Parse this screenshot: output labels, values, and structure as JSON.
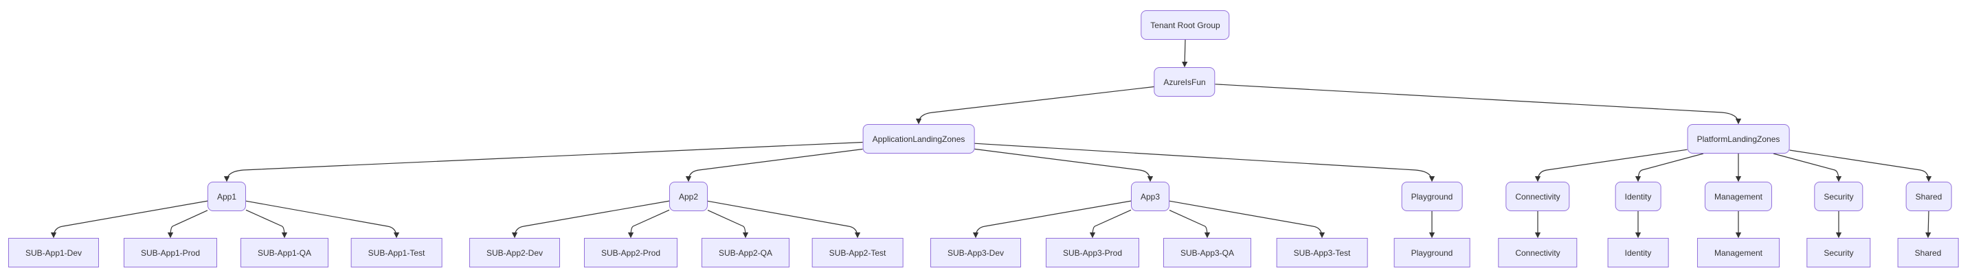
{
  "diagram": {
    "type": "flowchart-top-down",
    "colors": {
      "node_fill": "#ECECFF",
      "node_border": "#9370DB",
      "edge": "#333333",
      "text": "#333333",
      "background": "#ffffff"
    },
    "nodes": [
      {
        "id": "tenant_root_group",
        "label": "Tenant Root Group",
        "shape": "rounded"
      },
      {
        "id": "azureisfun",
        "label": "AzureIsFun",
        "shape": "rounded"
      },
      {
        "id": "application_landing_zones",
        "label": "ApplicationLandingZones",
        "shape": "rounded"
      },
      {
        "id": "platform_landing_zones",
        "label": "PlatformLandingZones",
        "shape": "rounded"
      },
      {
        "id": "app1",
        "label": "App1",
        "shape": "rounded"
      },
      {
        "id": "app2",
        "label": "App2",
        "shape": "rounded"
      },
      {
        "id": "app3",
        "label": "App3",
        "shape": "rounded"
      },
      {
        "id": "playground",
        "label": "Playground",
        "shape": "rounded"
      },
      {
        "id": "connectivity",
        "label": "Connectivity",
        "shape": "rounded"
      },
      {
        "id": "identity",
        "label": "Identity",
        "shape": "rounded"
      },
      {
        "id": "management",
        "label": "Management",
        "shape": "rounded"
      },
      {
        "id": "security",
        "label": "Security",
        "shape": "rounded"
      },
      {
        "id": "shared",
        "label": "Shared",
        "shape": "rounded"
      },
      {
        "id": "sub_app1_dev",
        "label": "SUB-App1-Dev",
        "shape": "rect"
      },
      {
        "id": "sub_app1_prod",
        "label": "SUB-App1-Prod",
        "shape": "rect"
      },
      {
        "id": "sub_app1_qa",
        "label": "SUB-App1-QA",
        "shape": "rect"
      },
      {
        "id": "sub_app1_test",
        "label": "SUB-App1-Test",
        "shape": "rect"
      },
      {
        "id": "sub_app2_dev",
        "label": "SUB-App2-Dev",
        "shape": "rect"
      },
      {
        "id": "sub_app2_prod",
        "label": "SUB-App2-Prod",
        "shape": "rect"
      },
      {
        "id": "sub_app2_qa",
        "label": "SUB-App2-QA",
        "shape": "rect"
      },
      {
        "id": "sub_app2_test",
        "label": "SUB-App2-Test",
        "shape": "rect"
      },
      {
        "id": "sub_app3_dev",
        "label": "SUB-App3-Dev",
        "shape": "rect"
      },
      {
        "id": "sub_app3_prod",
        "label": "SUB-App3-Prod",
        "shape": "rect"
      },
      {
        "id": "sub_app3_qa",
        "label": "SUB-App3-QA",
        "shape": "rect"
      },
      {
        "id": "sub_app3_test",
        "label": "SUB-App3-Test",
        "shape": "rect"
      },
      {
        "id": "playground_sub",
        "label": "Playground",
        "shape": "rect"
      },
      {
        "id": "connectivity_sub",
        "label": "Connectivity",
        "shape": "rect"
      },
      {
        "id": "identity_sub",
        "label": "Identity",
        "shape": "rect"
      },
      {
        "id": "management_sub",
        "label": "Management",
        "shape": "rect"
      },
      {
        "id": "security_sub",
        "label": "Security",
        "shape": "rect"
      },
      {
        "id": "shared_sub",
        "label": "Shared",
        "shape": "rect"
      }
    ],
    "edges": [
      [
        "tenant_root_group",
        "azureisfun"
      ],
      [
        "azureisfun",
        "application_landing_zones"
      ],
      [
        "azureisfun",
        "platform_landing_zones"
      ],
      [
        "application_landing_zones",
        "app1"
      ],
      [
        "application_landing_zones",
        "app2"
      ],
      [
        "application_landing_zones",
        "app3"
      ],
      [
        "application_landing_zones",
        "playground"
      ],
      [
        "platform_landing_zones",
        "connectivity"
      ],
      [
        "platform_landing_zones",
        "identity"
      ],
      [
        "platform_landing_zones",
        "management"
      ],
      [
        "platform_landing_zones",
        "security"
      ],
      [
        "platform_landing_zones",
        "shared"
      ],
      [
        "app1",
        "sub_app1_dev"
      ],
      [
        "app1",
        "sub_app1_prod"
      ],
      [
        "app1",
        "sub_app1_qa"
      ],
      [
        "app1",
        "sub_app1_test"
      ],
      [
        "app2",
        "sub_app2_dev"
      ],
      [
        "app2",
        "sub_app2_prod"
      ],
      [
        "app2",
        "sub_app2_qa"
      ],
      [
        "app2",
        "sub_app2_test"
      ],
      [
        "app3",
        "sub_app3_dev"
      ],
      [
        "app3",
        "sub_app3_prod"
      ],
      [
        "app3",
        "sub_app3_qa"
      ],
      [
        "app3",
        "sub_app3_test"
      ],
      [
        "playground",
        "playground_sub"
      ],
      [
        "connectivity",
        "connectivity_sub"
      ],
      [
        "identity",
        "identity_sub"
      ],
      [
        "management",
        "management_sub"
      ],
      [
        "security",
        "security_sub"
      ],
      [
        "shared",
        "shared_sub"
      ]
    ]
  }
}
